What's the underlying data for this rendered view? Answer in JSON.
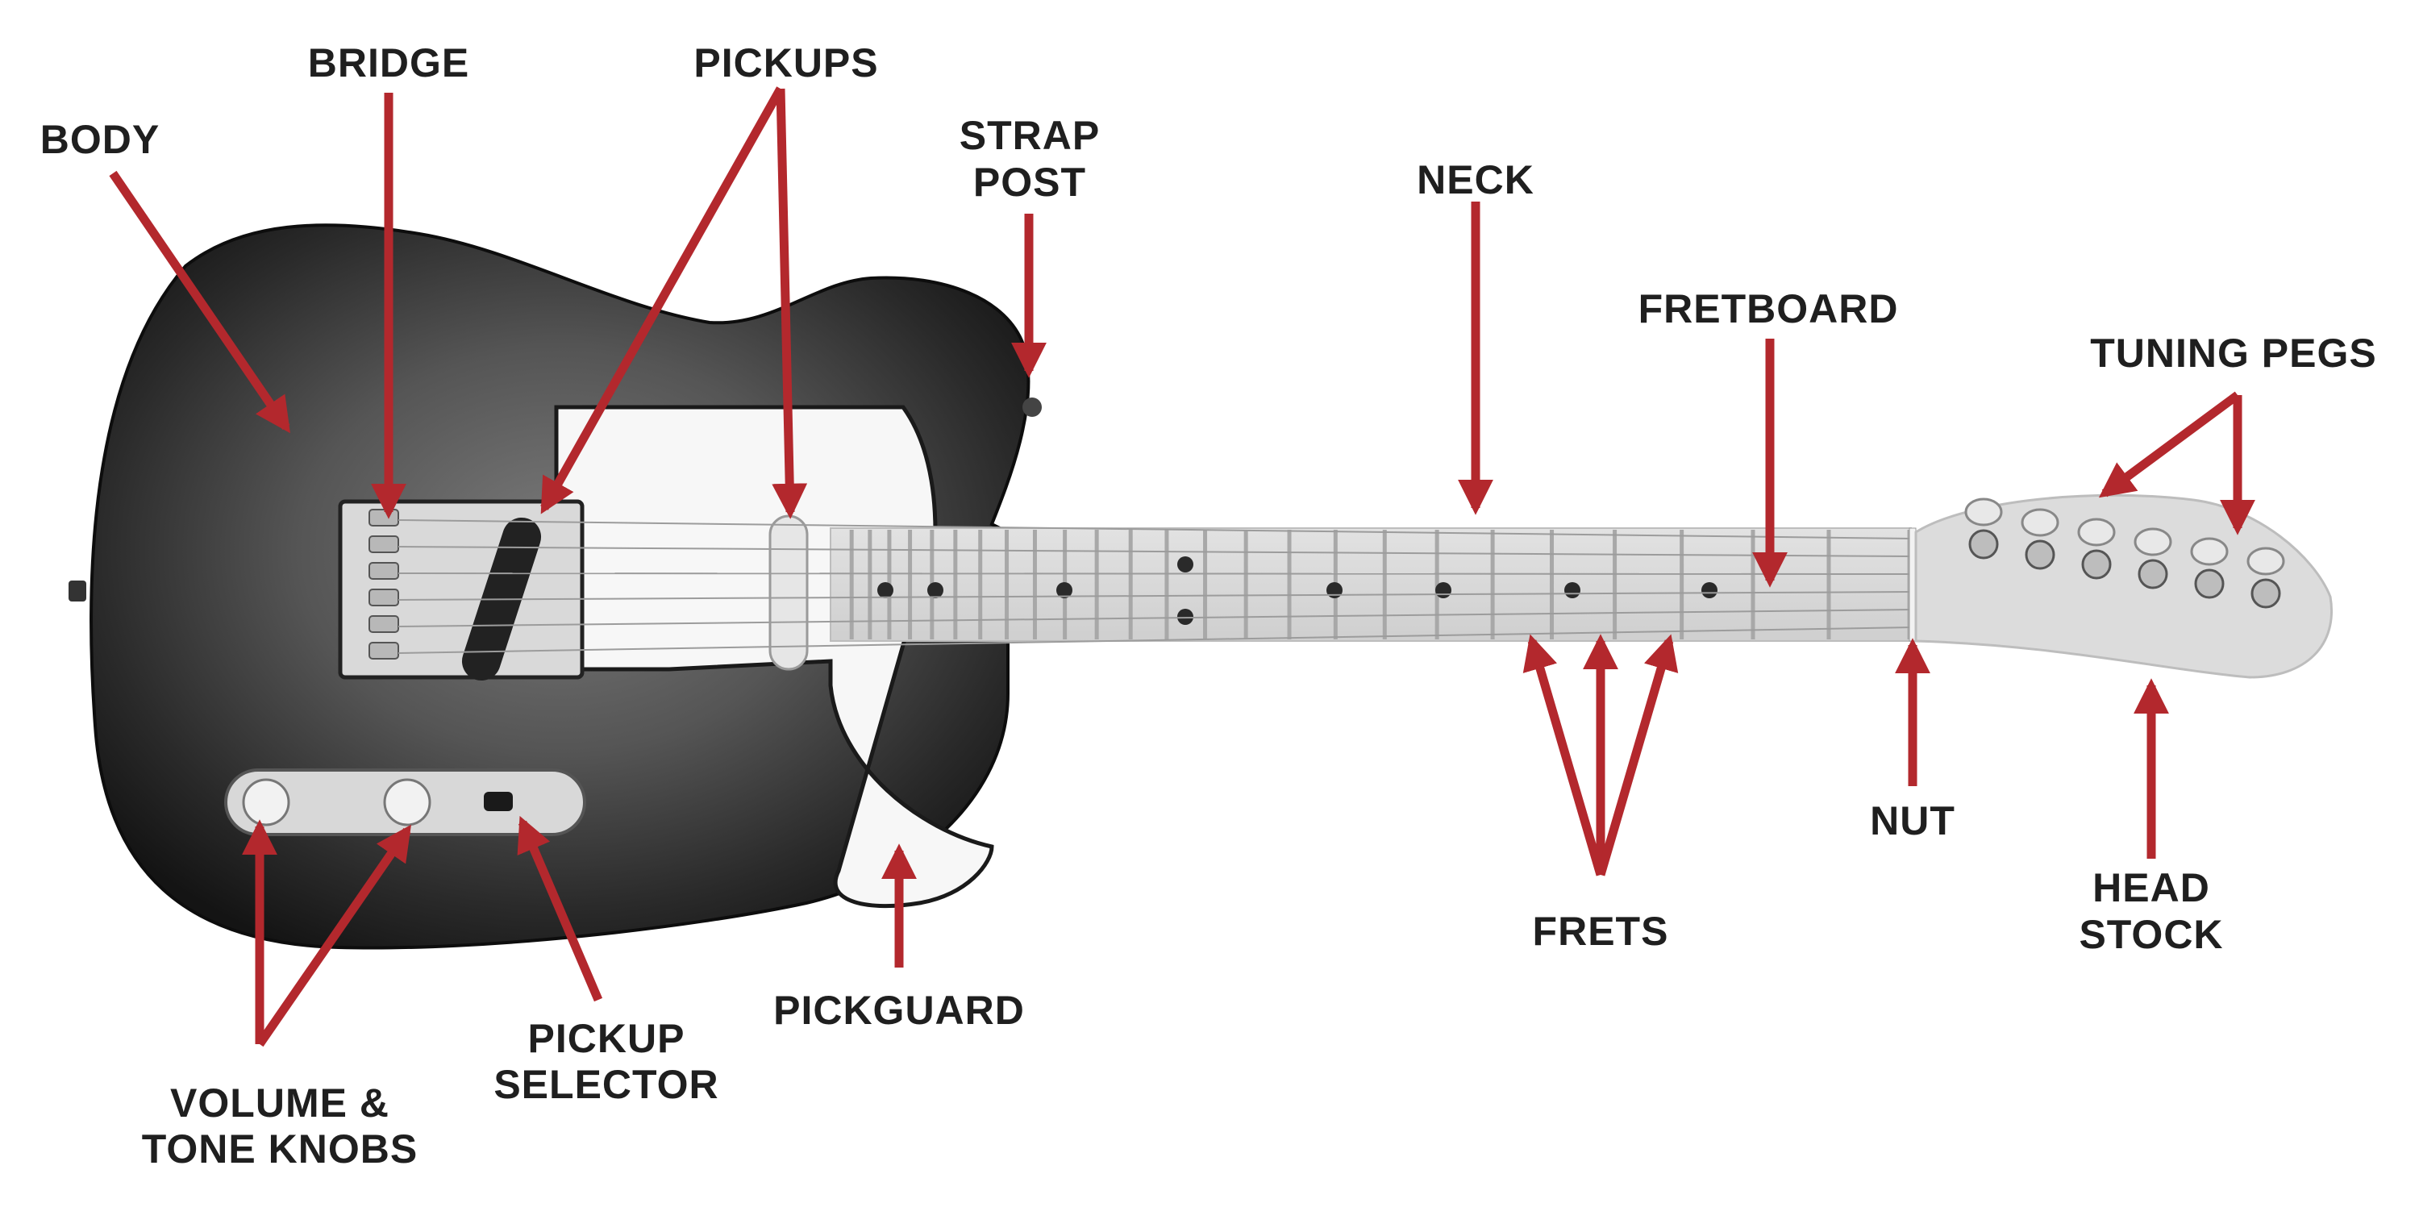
{
  "colors": {
    "arrow": "#b3282d",
    "label": "#1f1f1f",
    "body_dark": "#1c1c1c",
    "body_mid": "#5a5a5a",
    "pickguard": "#f7f7f7",
    "maple": "#d8d8d8",
    "hardware": "#c9c9c9"
  },
  "labels": {
    "body": "BODY",
    "bridge": "BRIDGE",
    "pickups": "PICKUPS",
    "strap_post_1": "STRAP",
    "strap_post_2": "POST",
    "neck": "NECK",
    "fretboard": "FRETBOARD",
    "tuning_pegs": "TUNING PEGS",
    "nut": "NUT",
    "head_stock_1": "HEAD",
    "head_stock_2": "STOCK",
    "frets": "FRETS",
    "pickguard": "PICKGUARD",
    "pickup_selector_1": "PICKUP",
    "pickup_selector_2": "SELECTOR",
    "volume_tone_1": "VOLUME &",
    "volume_tone_2": "TONE KNOBS"
  }
}
